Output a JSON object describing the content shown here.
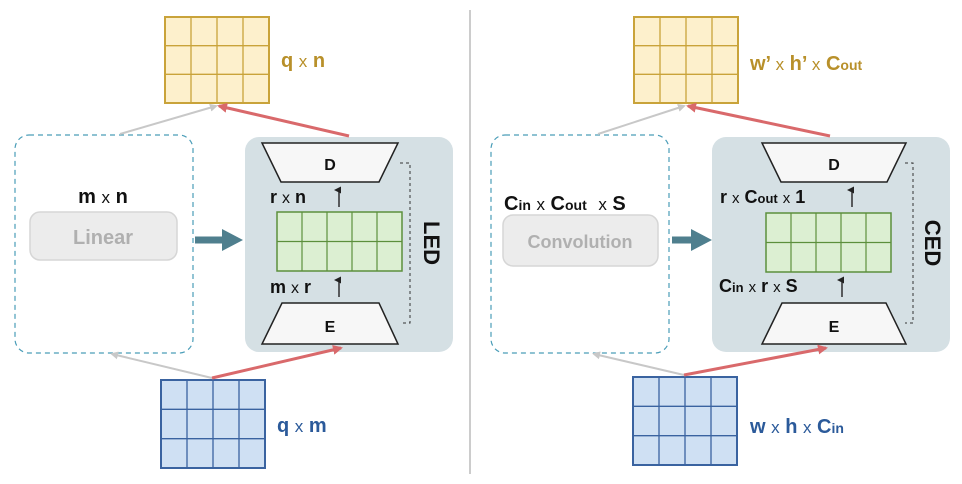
{
  "colors": {
    "yellow_fill": "#fdf0cc",
    "yellow_stroke": "#c9a33a",
    "yellow_text": "#b8902a",
    "blue_fill": "#cfe0f3",
    "blue_stroke": "#3a63a0",
    "blue_text": "#2b5a9a",
    "green_fill": "#dcefd2",
    "green_stroke": "#5c8f3c",
    "panel_fill": "#d5e0e4",
    "dashed_stroke": "#4a9db8",
    "red_arrow": "#d9696b",
    "gray_arrow": "#c8c8c8",
    "teal_arrow": "#4f7f8e",
    "divider": "#bbbbbb",
    "disabled_text": "#b0b0b0"
  },
  "left": {
    "output_dim": {
      "a": "q",
      "x": "x",
      "b": "n"
    },
    "input_dim": {
      "a": "q",
      "x": "x",
      "b": "m"
    },
    "layer_dim": {
      "a": "m",
      "x": "x",
      "b": "n"
    },
    "layer_label": "Linear",
    "module_label": "LED",
    "decoder_label": "D",
    "encoder_label": "E",
    "upper_dim": {
      "a": "r",
      "x": "x",
      "b": "n"
    },
    "lower_dim": {
      "a": "m",
      "x": "x",
      "b": "r"
    }
  },
  "right": {
    "output_dim": {
      "a": "w’",
      "x1": "x",
      "b": "h’",
      "x2": "x",
      "c": "C",
      "c_sub": "out"
    },
    "input_dim": {
      "a": "w",
      "x1": "x",
      "b": "h",
      "x2": "x",
      "c": "C",
      "c_sub": "in"
    },
    "layer_dim": {
      "a": "C",
      "a_sub": "in",
      "x1": "x",
      "b": "C",
      "b_sub": "out",
      "x2": "x",
      "c": "S"
    },
    "layer_label": "Convolution",
    "module_label": "CED",
    "decoder_label": "D",
    "encoder_label": "E",
    "upper_dim": {
      "a": "r",
      "x1": "x",
      "b": "C",
      "b_sub": "out",
      "x2": "x",
      "c": "1"
    },
    "lower_dim": {
      "a": "C",
      "a_sub": "in",
      "x1": "x",
      "b": "r",
      "x2": "x",
      "c": "S"
    }
  }
}
